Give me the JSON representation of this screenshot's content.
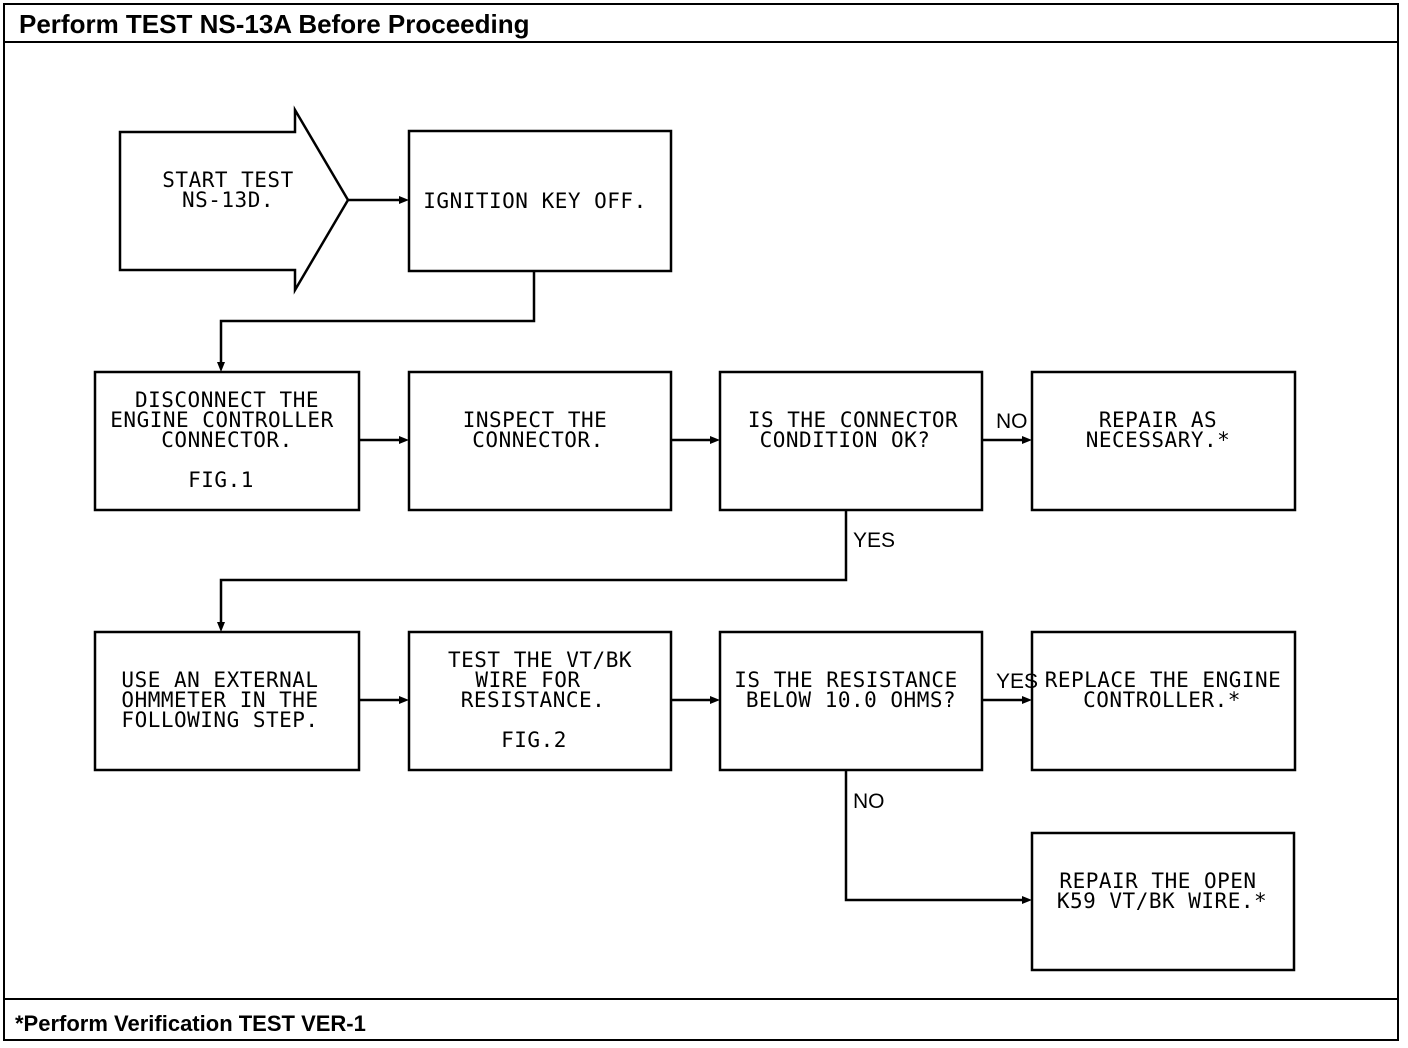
{
  "header": {
    "title": "Perform TEST NS-13A Before Proceeding"
  },
  "footer": {
    "note": "*Perform Verification TEST VER-1"
  },
  "nodes": {
    "start": {
      "line1": "START TEST",
      "line2": "NS-13D."
    },
    "ignition": {
      "line1": "IGNITION KEY OFF."
    },
    "disconnect": {
      "line1": "DISCONNECT THE",
      "line2": "ENGINE CONTROLLER",
      "line3": "CONNECTOR.",
      "fig": "FIG.1"
    },
    "inspect": {
      "line1": "INSPECT THE",
      "line2": "CONNECTOR."
    },
    "connector_ok": {
      "line1": "IS THE CONNECTOR",
      "line2": "CONDITION OK?"
    },
    "repair_necessary": {
      "line1": "REPAIR AS",
      "line2": "NECESSARY.*"
    },
    "ohmmeter": {
      "line1": "USE AN EXTERNAL",
      "line2": "OHMMETER IN THE",
      "line3": "FOLLOWING STEP."
    },
    "test_wire": {
      "line1": "TEST THE VT/BK",
      "line2": "WIRE FOR",
      "line3": "RESISTANCE.",
      "fig": "FIG.2"
    },
    "resistance_q": {
      "line1": "IS THE RESISTANCE",
      "line2": "BELOW 10.0 OHMS?"
    },
    "replace": {
      "line1": "REPLACE THE ENGINE",
      "line2": "CONTROLLER.*"
    },
    "repair_open": {
      "line1": "REPAIR THE OPEN",
      "line2": "K59 VT/BK WIRE.*"
    }
  },
  "edge_labels": {
    "connector_no": "NO",
    "connector_yes": "YES",
    "resistance_yes": "YES",
    "resistance_no": "NO"
  }
}
